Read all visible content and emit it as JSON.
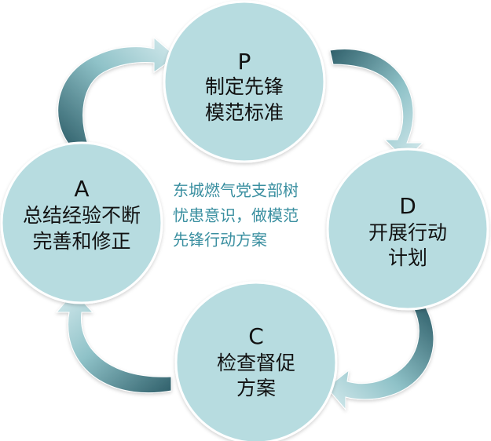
{
  "center_text": {
    "lines": [
      "东城燃气党支部树",
      "忧患意识，做模范",
      "先锋行动方案"
    ]
  },
  "nodes": {
    "p": {
      "letter": "P",
      "lines": [
        "制定先锋",
        "模范标准"
      ]
    },
    "d": {
      "letter": "D",
      "lines": [
        "开展行动",
        "计划"
      ]
    },
    "c": {
      "letter": "C",
      "lines": [
        "检查督促",
        "方案"
      ]
    },
    "a": {
      "letter": "A",
      "lines": [
        "总结经验不断",
        "完善和修正"
      ]
    }
  },
  "colors": {
    "circle_fill": "#b7dce0",
    "circle_stroke": "#ffffff",
    "arrow_light": "#cfe6e9",
    "arrow_dark": "#2f5f6a",
    "center_text": "#3a8fa0"
  }
}
